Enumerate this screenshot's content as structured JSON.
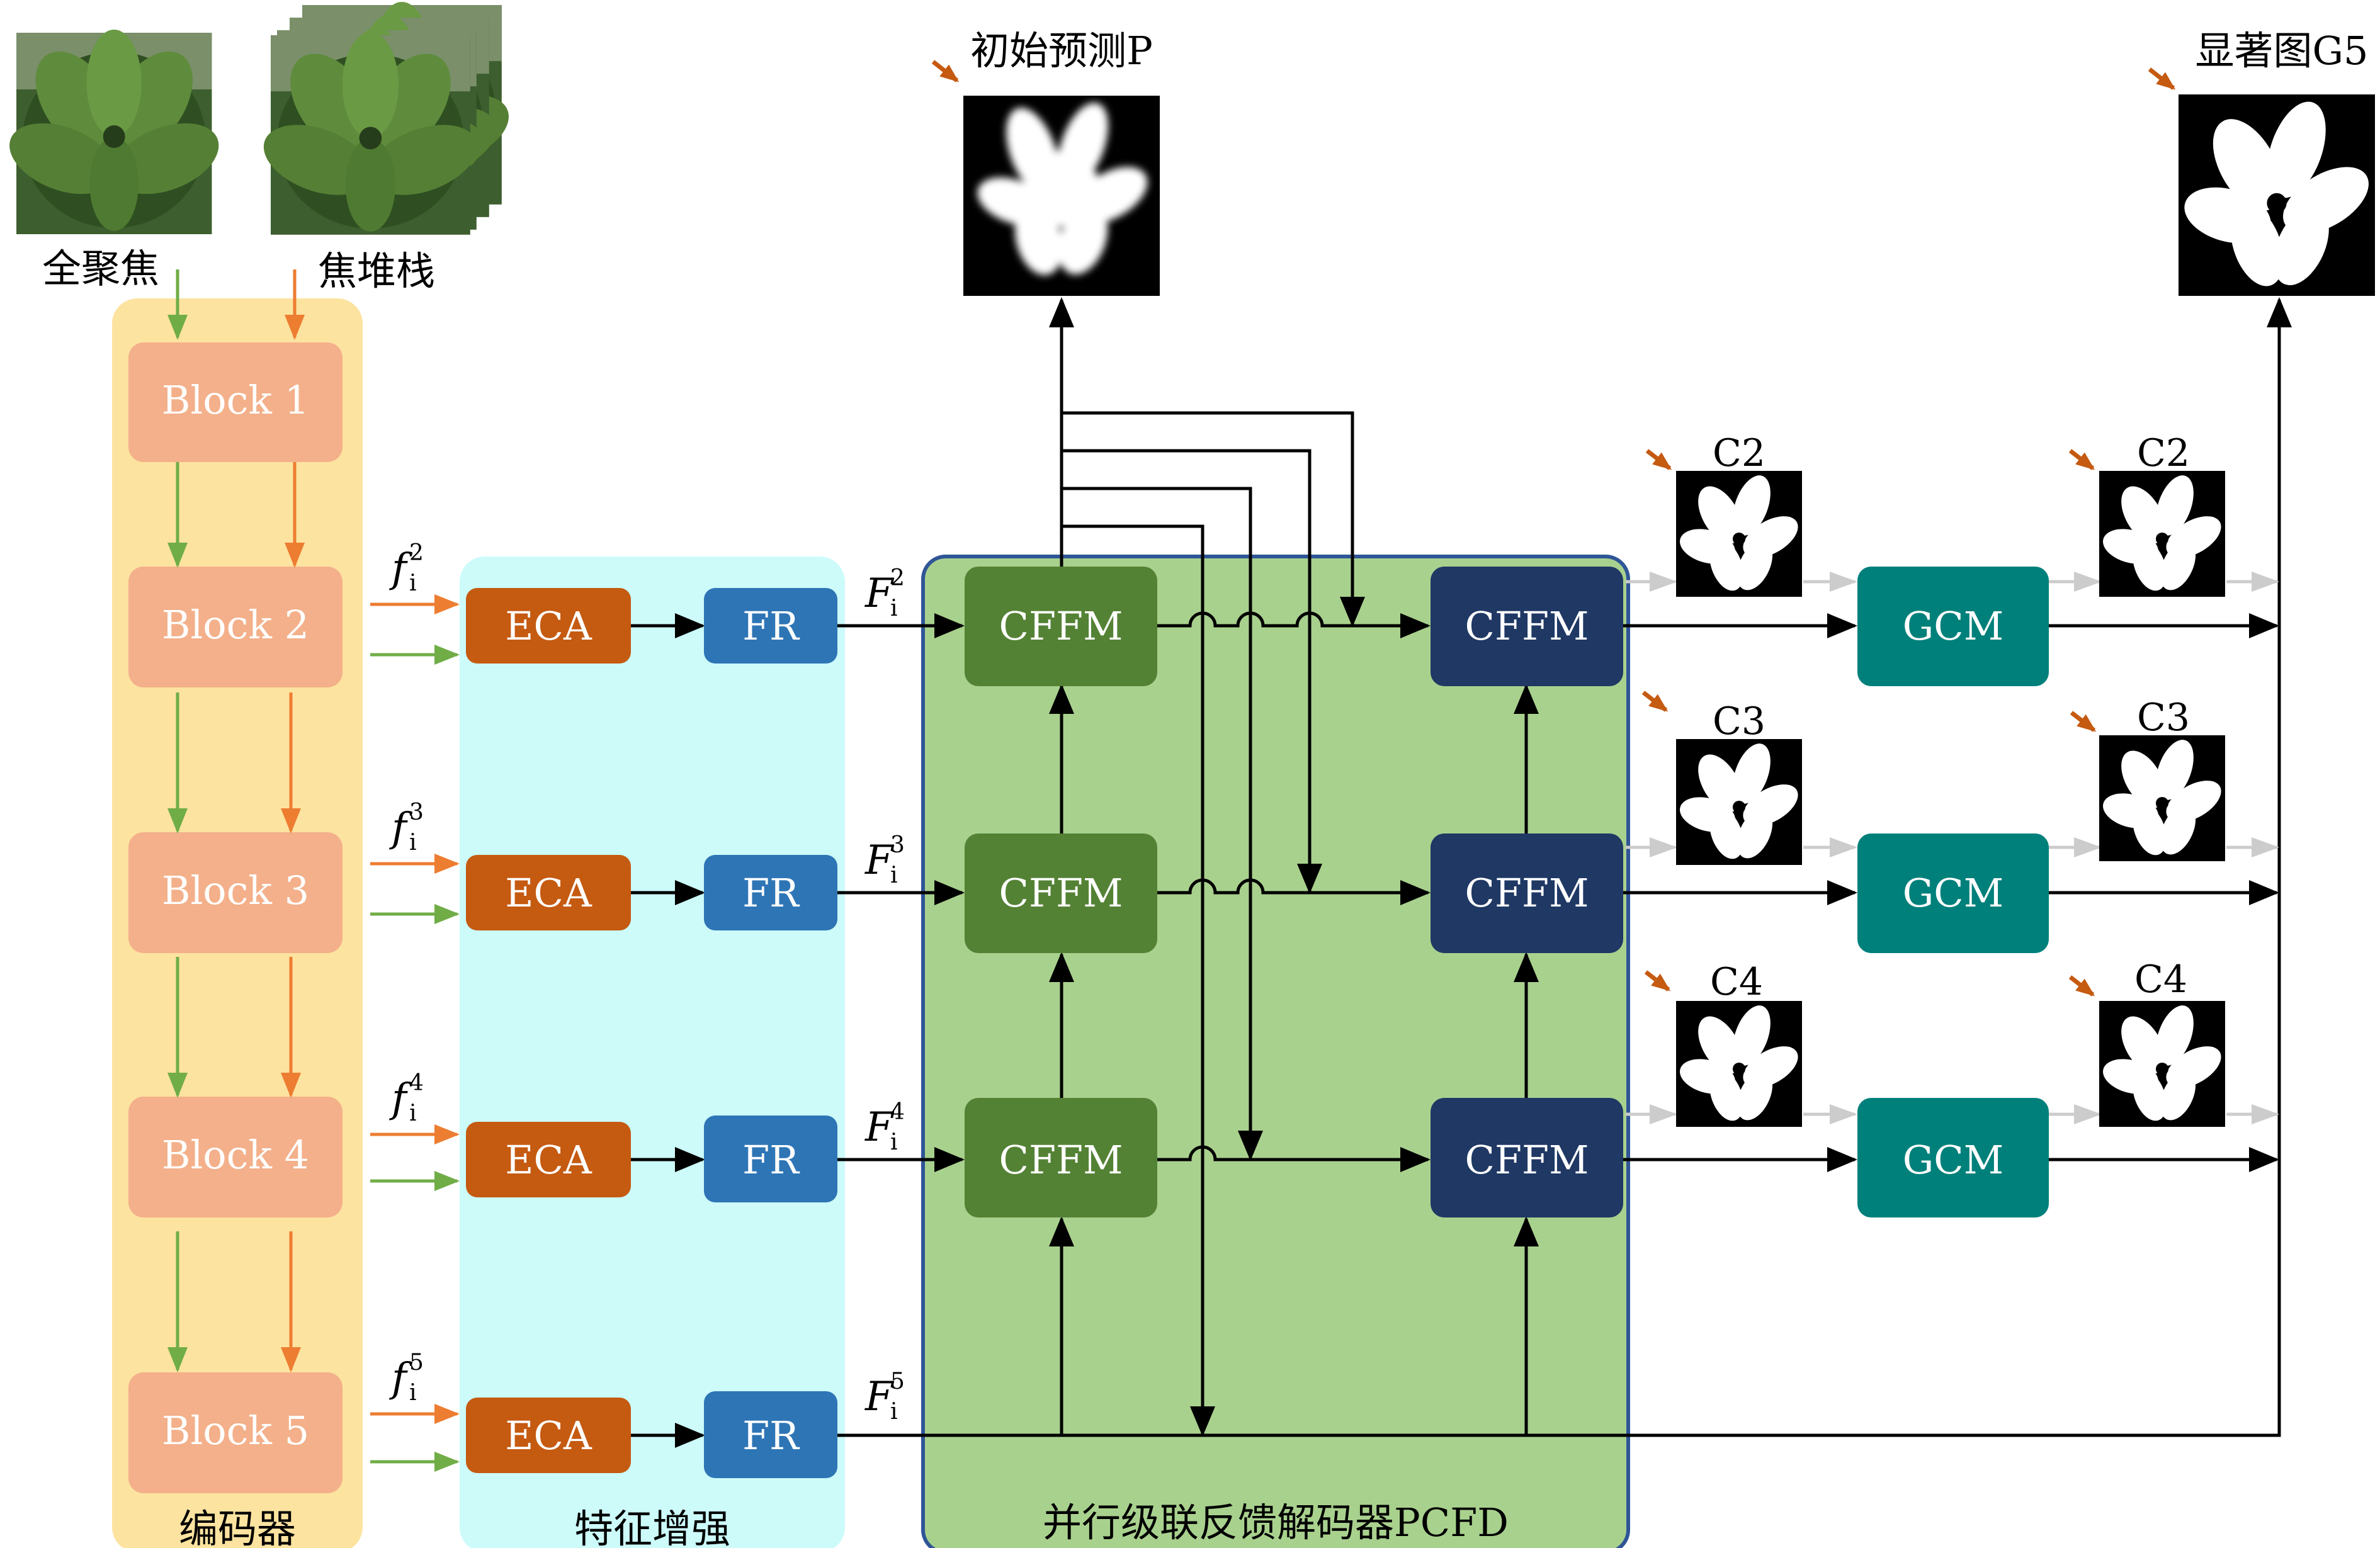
{
  "inputs": {
    "all_in_focus": "全聚焦",
    "focal_stack": "焦堆栈"
  },
  "encoder": {
    "title": "编码器",
    "blocks": [
      "Block 1",
      "Block 2",
      "Block 3",
      "Block 4",
      "Block 5"
    ]
  },
  "enhance": {
    "title": "特征增强",
    "eca_label": "ECA",
    "fr_label": "FR",
    "f_base": "f",
    "f_sub": "i",
    "levels": [
      "2",
      "3",
      "4",
      "5"
    ]
  },
  "decoder": {
    "title": "并行级联反馈解码器PCFD",
    "cffm_label": "CFFM",
    "F_base": "F",
    "F_sub": "i"
  },
  "gcm": {
    "label": "GCM"
  },
  "outputs": {
    "initial_prediction": "初始预测P",
    "saliency_map": "显著图G5",
    "c_labels": [
      "C2",
      "C3",
      "C4"
    ]
  },
  "colors": {
    "encoder_bg": "#fde3a0",
    "block_fill": "#f3b08a",
    "enhance_bg": "#ccfbfa",
    "eca_fill": "#c55a11",
    "fr_fill": "#2e75b6",
    "decoder_bg": "#a9d18e",
    "decoder_border": "#2f5597",
    "cffm_left_fill": "#548235",
    "cffm_right_fill": "#1f3864",
    "gcm_fill": "#00807a",
    "arrow_green": "#70ad47",
    "arrow_orange": "#ed7d31",
    "arrow_gray": "#cccccc",
    "pointer_arrow": "#c55a11"
  }
}
